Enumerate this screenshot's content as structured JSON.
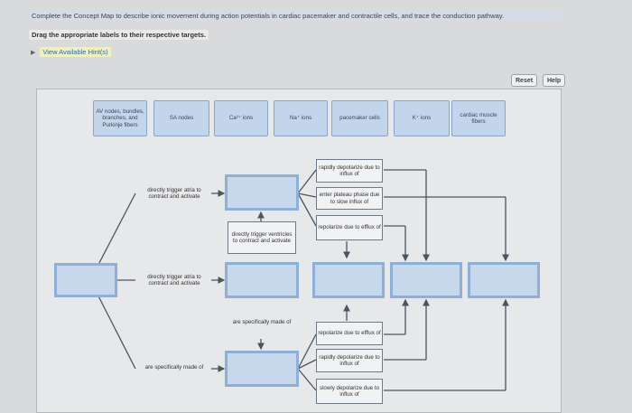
{
  "instructions": "Complete the Concept Map to describe ionic movement during action potentials in cardiac pacemaker and contractile cells, and trace the conduction pathway.",
  "drag_prompt": "Drag the appropriate labels to their respective targets.",
  "hints_link": "View Available Hint(s)",
  "buttons": {
    "reset": "Reset",
    "help": "Help"
  },
  "labels": [
    {
      "text": "AV nodes, bundles, branches, and Purkinje fibers"
    },
    {
      "text": "SA nodes"
    },
    {
      "text": "Ca²⁺ ions"
    },
    {
      "text": "Na⁺ ions"
    },
    {
      "text": "pacemaker cells"
    },
    {
      "text": "K⁺ ions"
    },
    {
      "text": "cardiac muscle fibers"
    }
  ],
  "nodes": {
    "trig1": "directly trigger atria to contract and activate",
    "trig2": "directly trigger atria to contract and activate",
    "specific_left": "are specifically made of",
    "trig_vent": "directly trigger ventricles to contract and activate",
    "specific_mid": "are specifically made of",
    "rapid_top": "rapidly depolarize due to influx of",
    "plateau": "enter plateau phase due to slow influx of",
    "repol_top": "repolarize due to efflux of",
    "repol_bottom": "repolarize due to efflux of",
    "rapid_bottom": "rapidly depolarize due to influx of",
    "slow": "slowly depolarize due to influx of"
  }
}
